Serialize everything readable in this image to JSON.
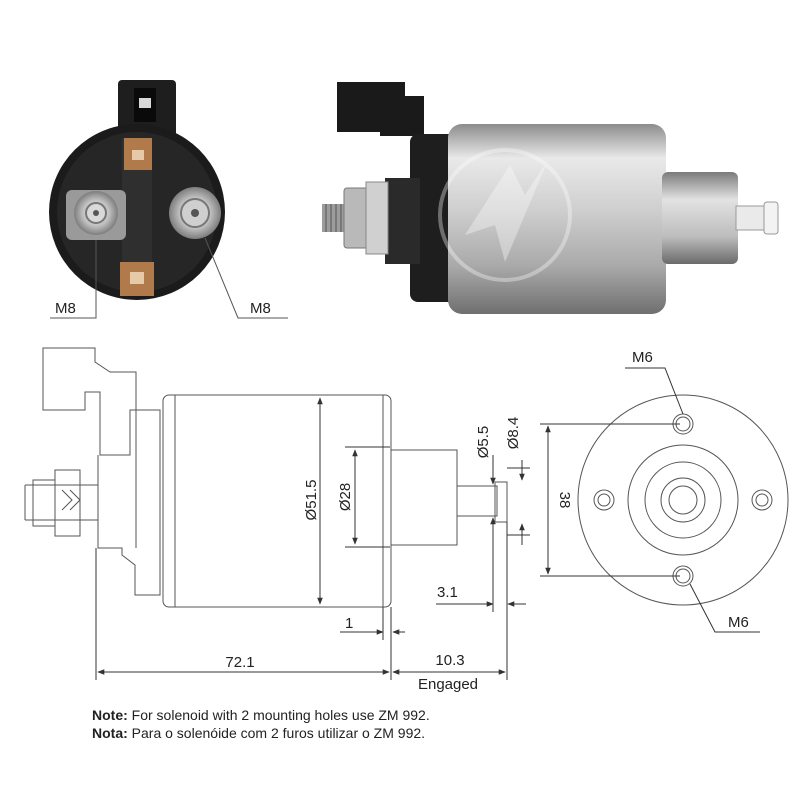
{
  "labels": {
    "left_thread": "M8",
    "right_thread": "M8",
    "hole_top": "M6",
    "hole_bottom": "M6",
    "body_diameter": "Ø51.5",
    "boss_diameter": "Ø28",
    "plunger_diameter": "Ø5.5",
    "tip_diameter": "Ø8.4",
    "hole_spacing": "38",
    "tip_length": "3.1",
    "gap": "1",
    "body_length": "72.1",
    "stroke": "10.3",
    "stroke_state": "Engaged"
  },
  "notes": [
    {
      "prefix": "Note:",
      "text": " For solenoid with 2 mounting holes use ZM 992."
    },
    {
      "prefix": "Nota:",
      "text": " Para o solenóide com 2 furos utilizar o ZM 992."
    }
  ],
  "colors": {
    "line": "#555555",
    "body_metal": "#c9c9c9",
    "dark_plastic": "#1e1e1e",
    "copper": "#b07a4a"
  }
}
